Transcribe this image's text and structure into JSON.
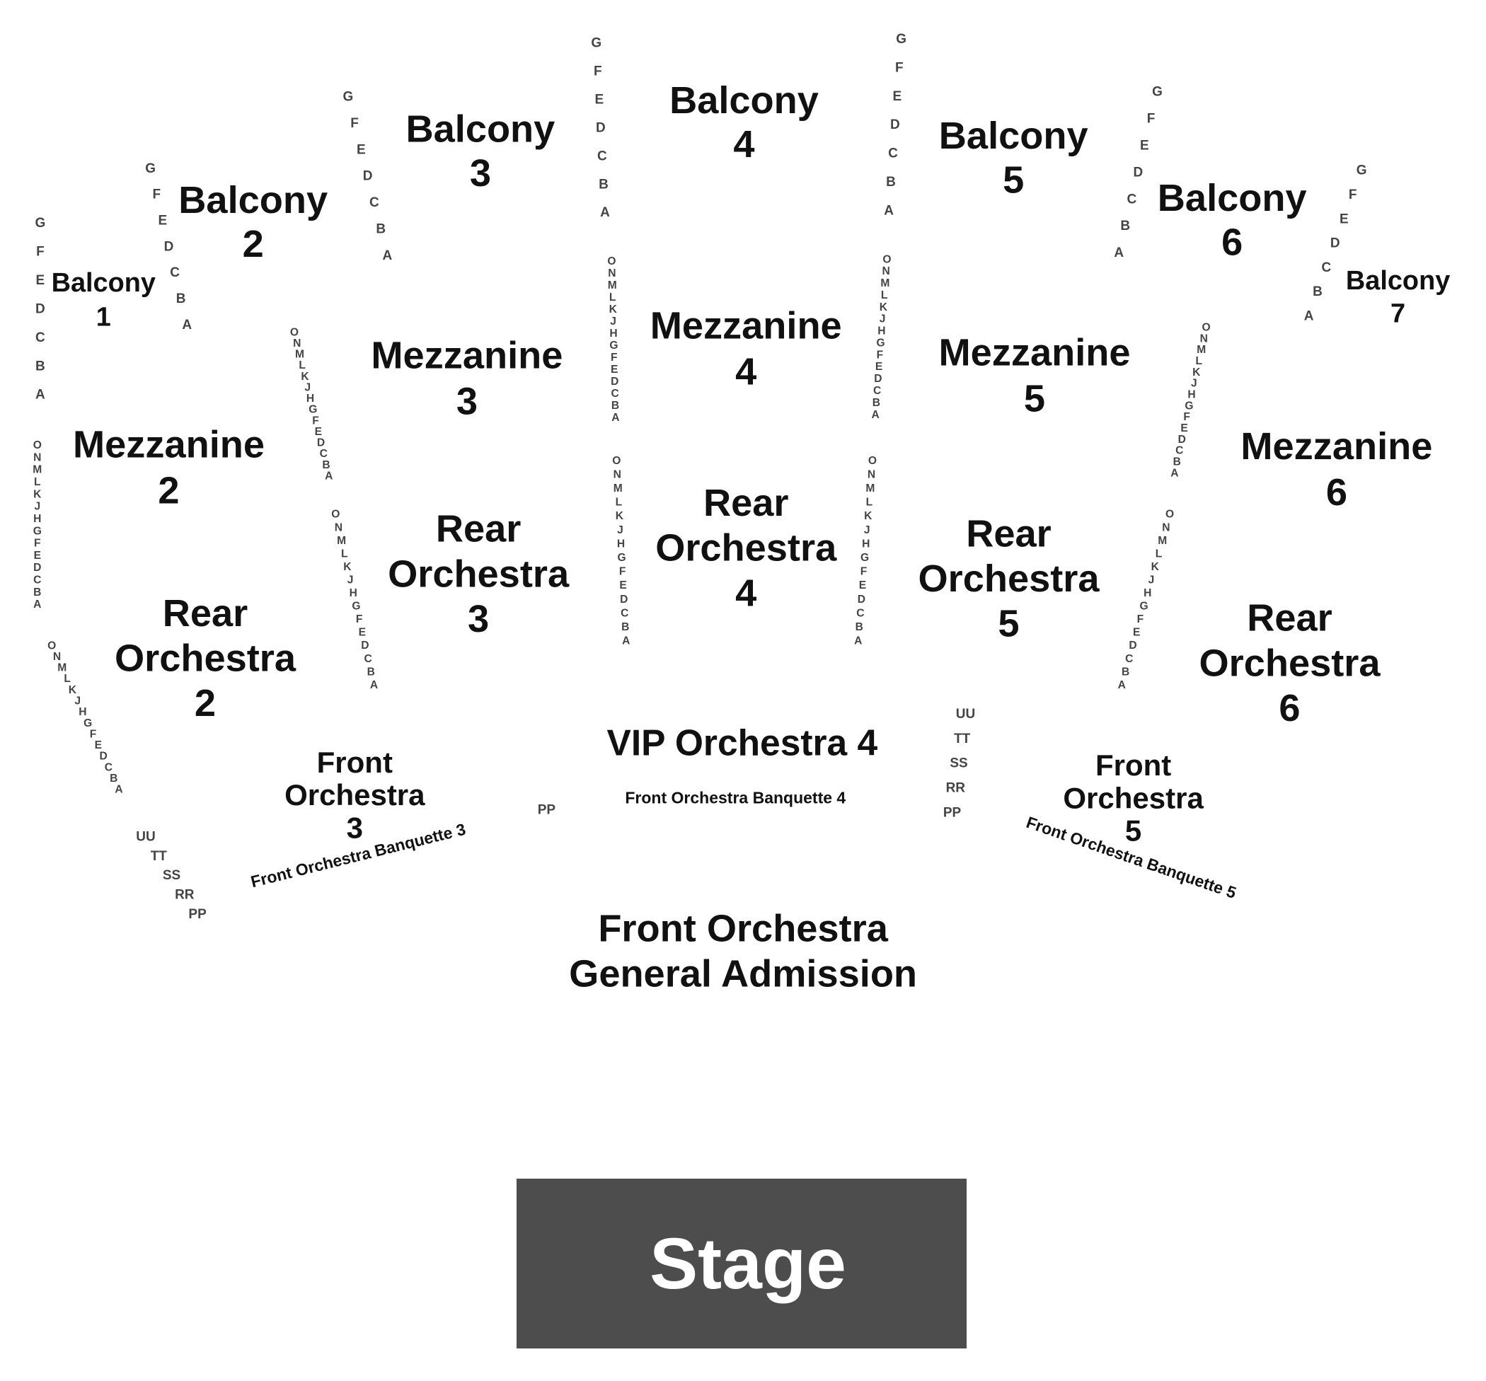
{
  "sections": {
    "balcony_1": [
      "Balcony",
      "1"
    ],
    "balcony_2": [
      "Balcony",
      "2"
    ],
    "balcony_3": [
      "Balcony",
      "3"
    ],
    "balcony_4": [
      "Balcony",
      "4"
    ],
    "balcony_5": [
      "Balcony",
      "5"
    ],
    "balcony_6": [
      "Balcony",
      "6"
    ],
    "balcony_7": [
      "Balcony",
      "7"
    ],
    "mezzanine_2": [
      "Mezzanine",
      "2"
    ],
    "mezzanine_3": [
      "Mezzanine",
      "3"
    ],
    "mezzanine_4": [
      "Mezzanine",
      "4"
    ],
    "mezzanine_5": [
      "Mezzanine",
      "5"
    ],
    "mezzanine_6": [
      "Mezzanine",
      "6"
    ],
    "rear_orchestra_2": [
      "Rear",
      "Orchestra",
      "2"
    ],
    "rear_orchestra_3": [
      "Rear",
      "Orchestra",
      "3"
    ],
    "rear_orchestra_4": [
      "Rear",
      "Orchestra",
      "4"
    ],
    "rear_orchestra_5": [
      "Rear",
      "Orchestra",
      "5"
    ],
    "rear_orchestra_6": [
      "Rear",
      "Orchestra",
      "6"
    ],
    "front_orchestra_3": [
      "Front",
      "Orchestra",
      "3"
    ],
    "front_orchestra_5": [
      "Front",
      "Orchestra",
      "5"
    ],
    "vip_orchestra_4": "VIP Orchestra 4",
    "banquette_3": "Front Orchestra Banquette 3",
    "banquette_4": "Front Orchestra Banquette 4",
    "banquette_5": "Front Orchestra Banquette 5",
    "general_admission": [
      "Front Orchestra",
      "General Admission"
    ]
  },
  "rows": {
    "balcony": [
      "G",
      "F",
      "E",
      "D",
      "C",
      "B",
      "A"
    ],
    "lower": [
      "O",
      "N",
      "M",
      "L",
      "K",
      "J",
      "H",
      "G",
      "F",
      "E",
      "D",
      "C",
      "B",
      "A"
    ],
    "front_boxes": [
      "UU",
      "TT",
      "SS",
      "RR",
      "PP"
    ],
    "pp": "PP"
  },
  "stage": {
    "label": "Stage",
    "color": "#4d4d4d"
  }
}
